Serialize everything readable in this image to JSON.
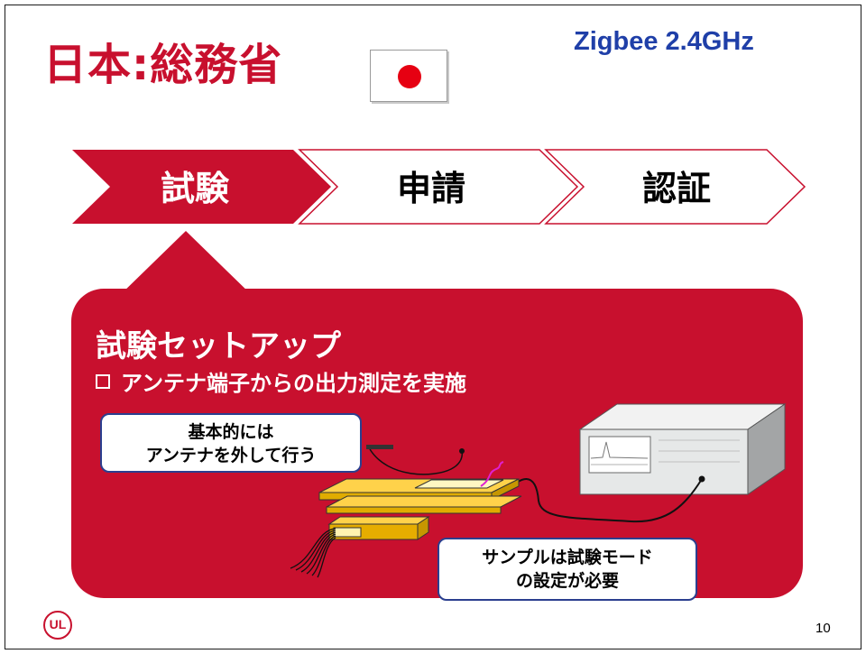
{
  "title": "日本:総務省",
  "subtitle": "Zigbee 2.4GHz",
  "colors": {
    "accent": "#c8102e",
    "subtitle": "#1f3fa8",
    "flag_disc": "#e60012"
  },
  "steps": [
    {
      "label": "試験",
      "active": true
    },
    {
      "label": "申請",
      "active": false
    },
    {
      "label": "認証",
      "active": false
    }
  ],
  "panel": {
    "heading": "試験セットアップ",
    "bullet": "アンテナ端子からの出力測定を実施"
  },
  "callouts": {
    "antenna": [
      "基本的には",
      "アンテナを外して行う"
    ],
    "sample": [
      "サンプルは試験モード",
      "の設定が必要"
    ]
  },
  "logo_text": "UL",
  "page_number": "10"
}
